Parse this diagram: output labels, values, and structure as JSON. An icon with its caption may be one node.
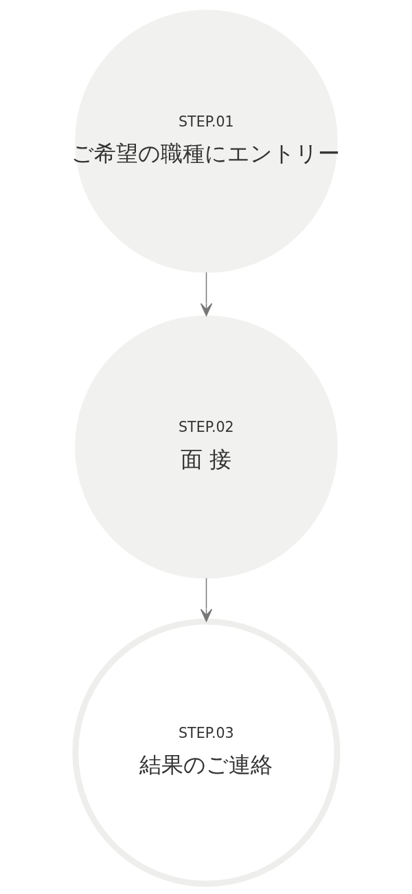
{
  "diagram": {
    "nodes": [
      {
        "text": [
          "STEP.01",
          "ご希望の職種にエントリー"
        ]
      },
      {
        "text": [
          "STEP.02",
          "面 接"
        ]
      },
      {
        "text": [
          "STEP.03",
          "結果のご連絡"
        ]
      }
    ],
    "edges": [
      {
        "from": 0,
        "to": 1,
        "arrow": "to"
      },
      {
        "from": 1,
        "to": 2,
        "arrow": "to"
      }
    ]
  }
}
